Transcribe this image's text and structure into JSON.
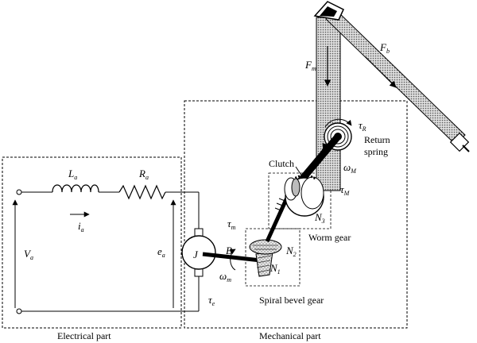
{
  "labels": {
    "La": {
      "main": "L",
      "sub": "a"
    },
    "Ra": {
      "main": "R",
      "sub": "a"
    },
    "ia": {
      "main": "i",
      "sub": "a"
    },
    "Va": {
      "main": "V",
      "sub": "a"
    },
    "ea": {
      "main": "e",
      "sub": "a"
    },
    "J": "J",
    "B": "B",
    "tau_m": {
      "main": "τ",
      "sub": "m"
    },
    "omega_m": {
      "main": "ω",
      "sub": "m"
    },
    "tau_e": {
      "main": "τ",
      "sub": "e"
    },
    "N1": {
      "main": "N",
      "sub": "1"
    },
    "N2": {
      "main": "N",
      "sub": "2"
    },
    "N3": {
      "main": "N",
      "sub": "3"
    },
    "tau_R": {
      "main": "τ",
      "sub": "R"
    },
    "omega_M": {
      "main": "ω",
      "sub": "M"
    },
    "tau_M": {
      "main": "τ",
      "sub": "M"
    },
    "Fm": {
      "main": "F",
      "sub": "m"
    },
    "Fb": {
      "main": "F",
      "sub": "b"
    },
    "clutch": "Clutch",
    "return_spring_1": "Return",
    "return_spring_2": "spring",
    "worm_gear": "Worm gear",
    "spiral_bevel_gear": "Spiral  bevel gear",
    "electrical_part": "Electrical part",
    "mechanical_part": "Mechanical part"
  }
}
